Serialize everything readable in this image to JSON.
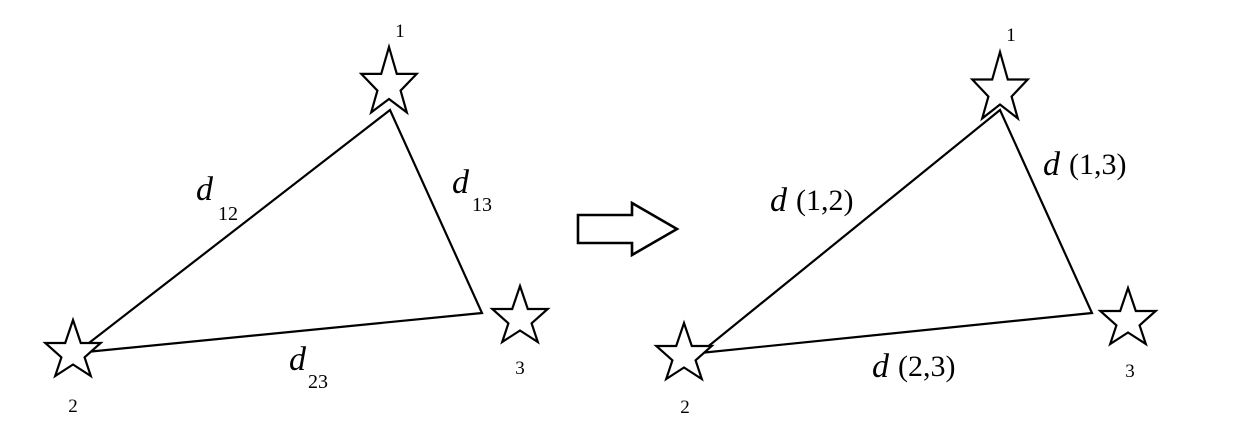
{
  "left_diagram": {
    "node_labels": {
      "n1": "1",
      "n2": "2",
      "n3": "3"
    },
    "edge_labels": {
      "e12": {
        "d": "d",
        "sub": "12"
      },
      "e13": {
        "d": "d",
        "sub": "13"
      },
      "e23": {
        "d": "d",
        "sub": "23"
      }
    }
  },
  "right_diagram": {
    "node_labels": {
      "n1": "1",
      "n2": "2",
      "n3": "3"
    },
    "edge_labels": {
      "e12": {
        "d": "d",
        "args": "(1,2)"
      },
      "e13": {
        "d": "d",
        "args": "(1,3)"
      },
      "e23": {
        "d": "d",
        "args": "(2,3)"
      }
    }
  },
  "arrow": {
    "direction": "right"
  }
}
